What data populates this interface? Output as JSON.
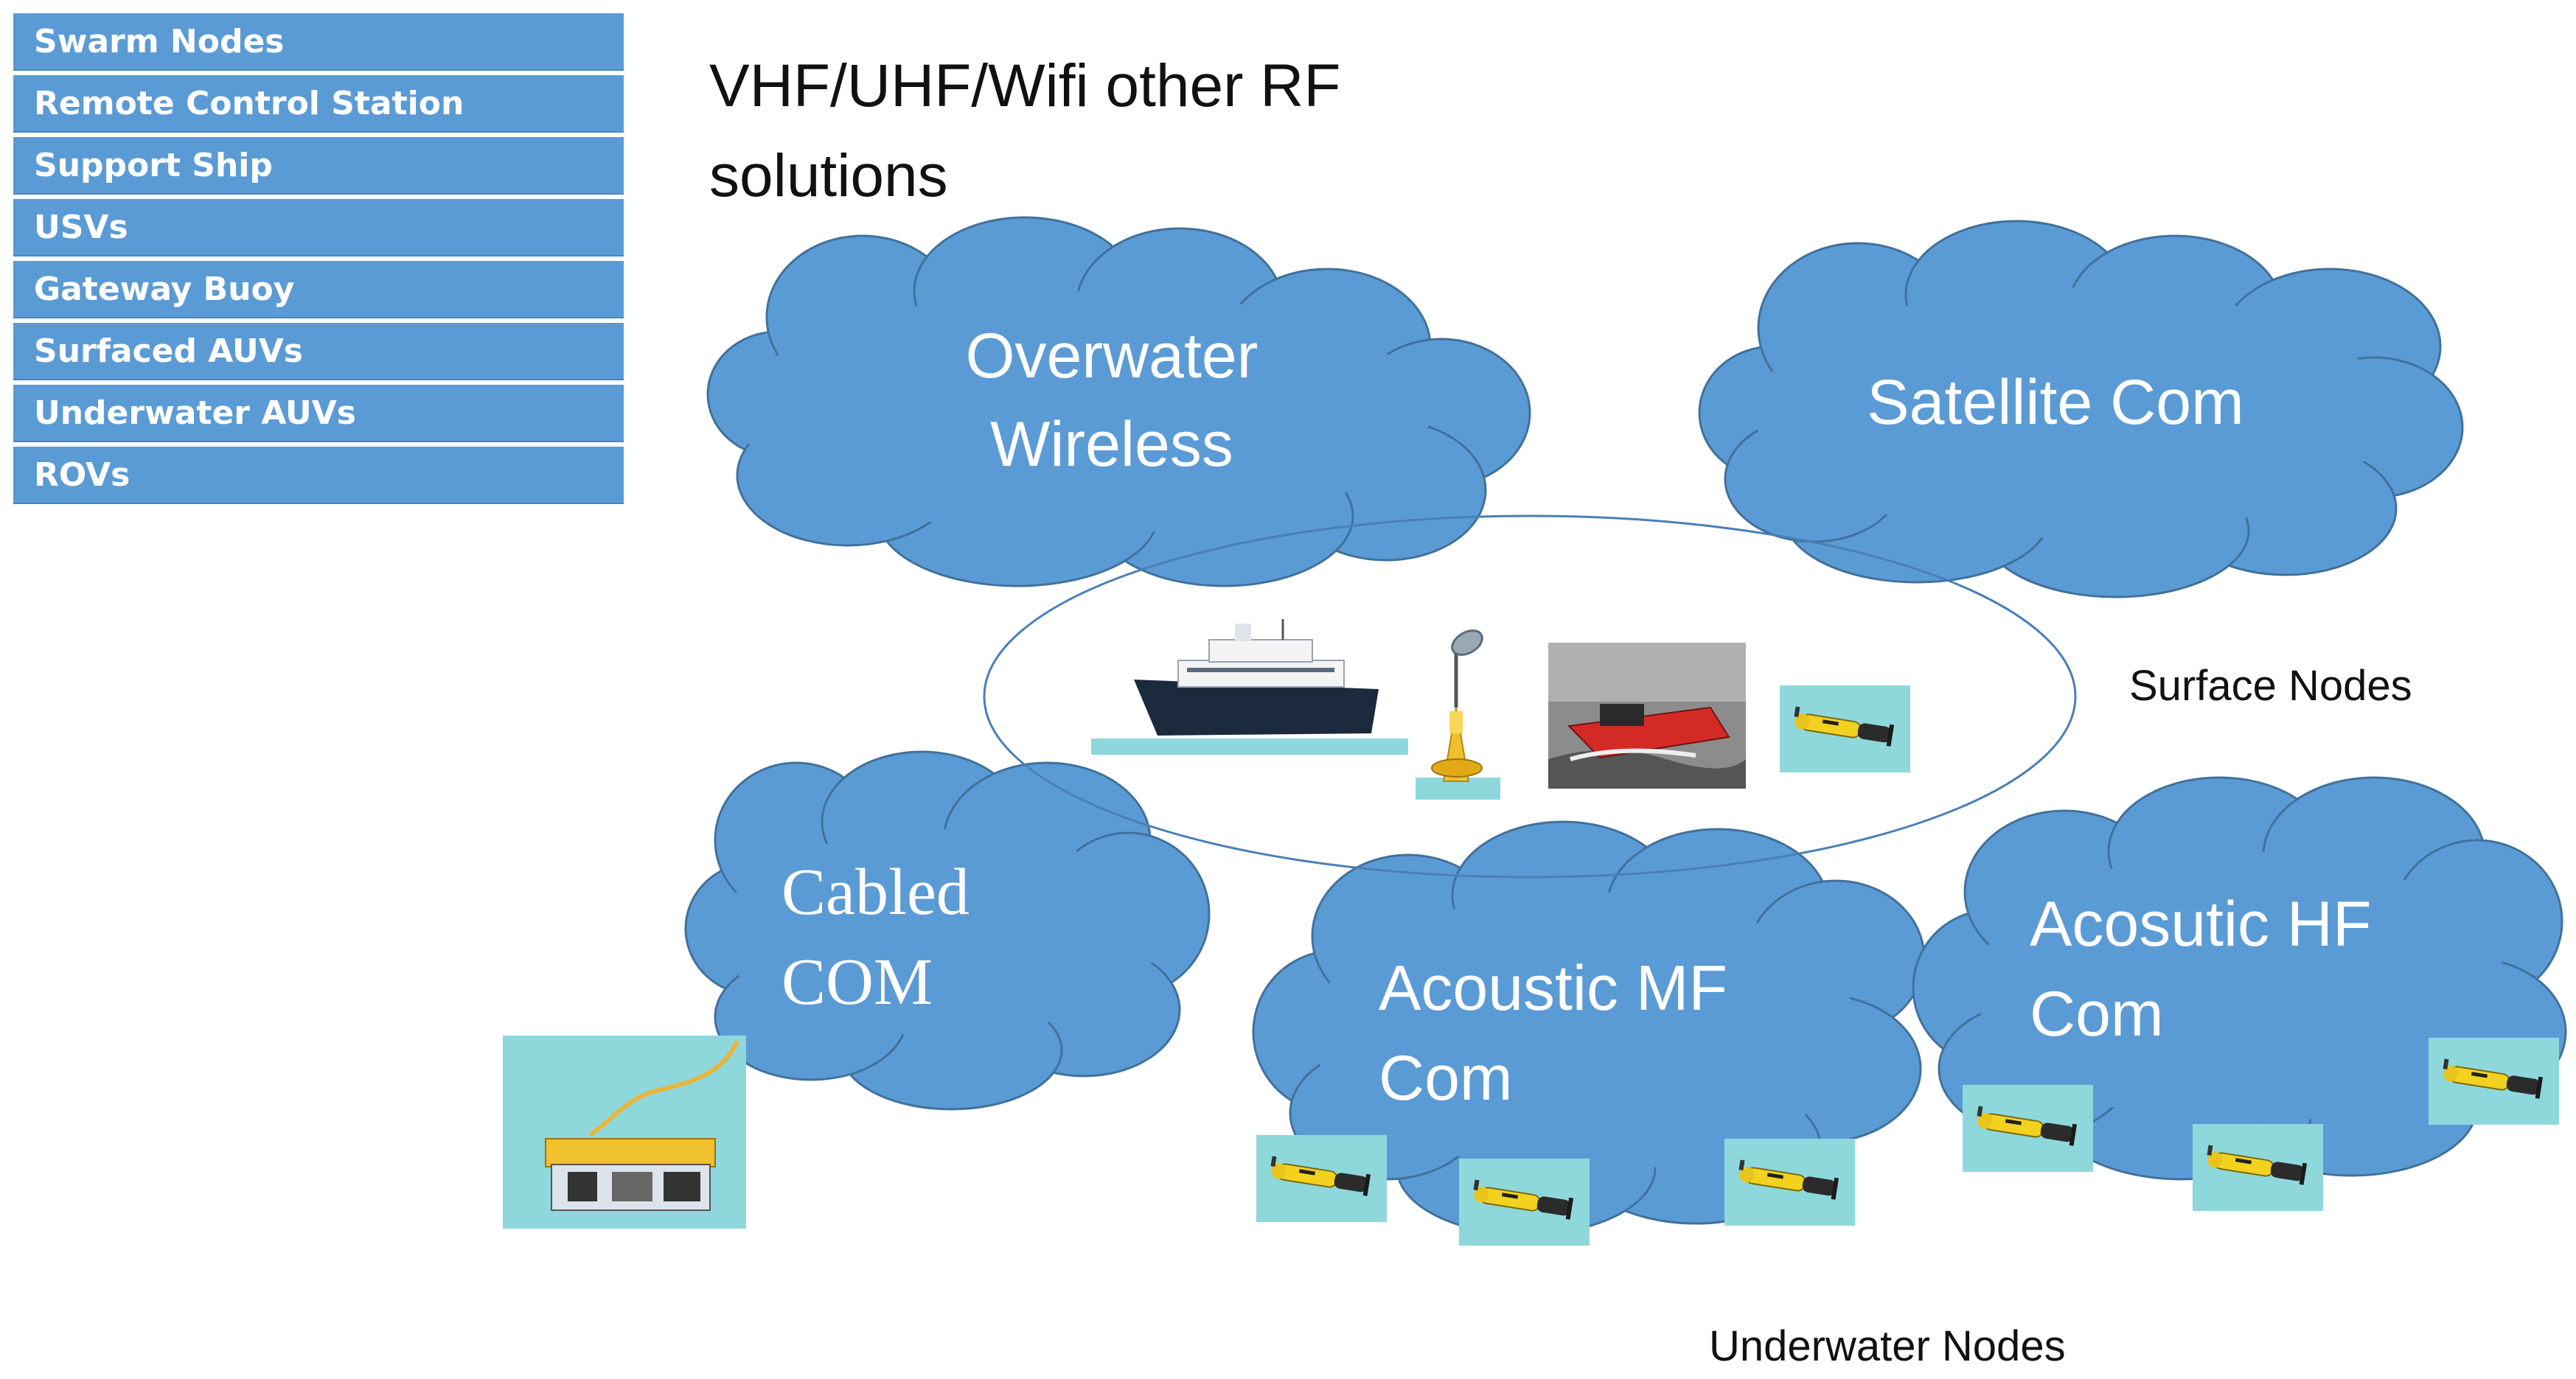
{
  "legend": {
    "items": [
      "Swarm Nodes",
      "Remote Control Station",
      "Support Ship",
      "USVs",
      "Gateway Buoy",
      "Surfaced AUVs",
      "Underwater AUVs",
      "ROVs"
    ]
  },
  "title": "VHF/UHF/Wifi other RF solutions",
  "clouds": {
    "overwater": [
      "Overwater",
      "Wireless"
    ],
    "satellite": [
      "Satellite Com"
    ],
    "cabled": [
      "Cabled",
      "COM"
    ],
    "acoustic_mf": [
      "Acoustic MF",
      "Com"
    ],
    "acoustic_hf": [
      "Acosutic HF",
      "Com"
    ]
  },
  "labels": {
    "surface_nodes": "Surface Nodes",
    "underwater_nodes": "Underwater Nodes"
  },
  "colors": {
    "cloud_fill": "#5b9bd5",
    "cloud_stroke": "#41719c",
    "legend_fill": "#5b9bd5",
    "ellipse_stroke": "#4a7fb8",
    "image_background": "#8ed8dc"
  },
  "icons": {
    "support_ship": "support-ship-photo",
    "gateway_buoy": "gateway-buoy-photo",
    "usv": "usv-photo",
    "auv": "auv-photo",
    "rov": "rov-photo"
  }
}
